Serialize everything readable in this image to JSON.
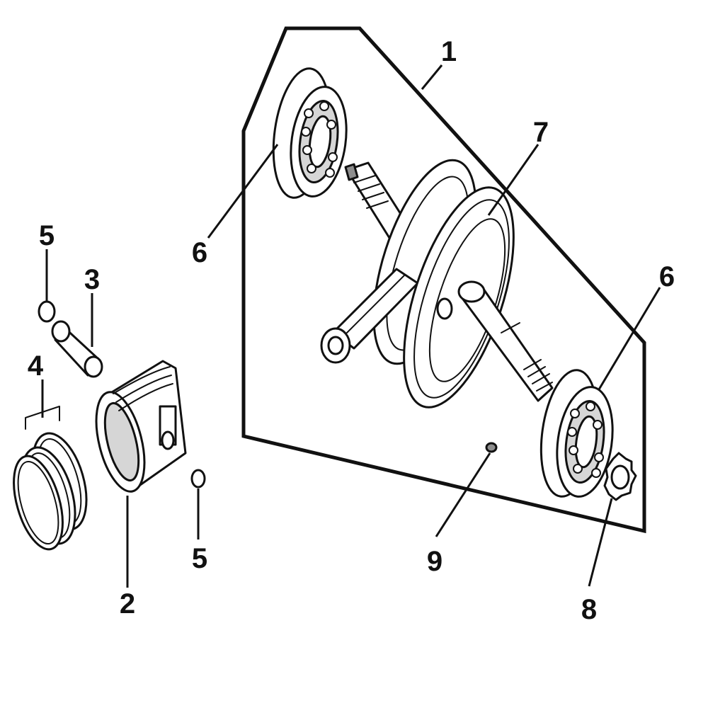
{
  "diagram": {
    "callouts": {
      "c1": "1",
      "c2": "2",
      "c3": "3",
      "c4": "4",
      "c5a": "5",
      "c5b": "5",
      "c6a": "6",
      "c6b": "6",
      "c7": "7",
      "c8": "8",
      "c9": "9"
    },
    "parts": [
      {
        "callout": "1",
        "icon": "crankshaft-assembly-panel"
      },
      {
        "callout": "2",
        "icon": "piston-icon"
      },
      {
        "callout": "3",
        "icon": "piston-pin-icon"
      },
      {
        "callout": "4",
        "icon": "piston-ring-set-icon"
      },
      {
        "callout": "5",
        "icon": "circlip-icon"
      },
      {
        "callout": "6",
        "icon": "ball-bearing-icon"
      },
      {
        "callout": "7",
        "icon": "crankshaft-icon"
      },
      {
        "callout": "8",
        "icon": "sprocket-gear-icon"
      },
      {
        "callout": "9",
        "icon": "key-pin-icon"
      }
    ],
    "colors": {
      "ink": "#111111",
      "background": "#ffffff",
      "shade": "#d6d6d6"
    }
  }
}
